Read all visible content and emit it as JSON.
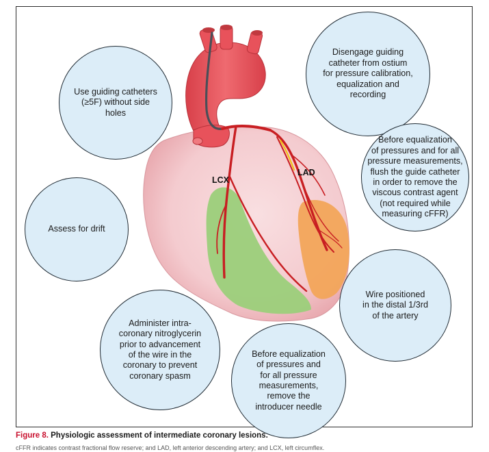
{
  "bubbles": {
    "guiding_catheters": "Use guiding catheters\n(≥5F) without side holes",
    "disengage": "Disengage guiding\ncatheter from ostium\nfor pressure calibration,\nequalization and\nrecording",
    "flush": "Before equalization\nof pressures and for all\npressure measurements,\nflush the guide catheter\nin order to remove the\nviscous contrast agent\n(not required while\nmeasuring cFFR)",
    "drift": "Assess for drift",
    "wire_position": "Wire positioned\nin the distal 1/3rd\nof the artery",
    "nitroglycerin": "Administer intra-\ncoronary nitroglycerin\nprior to advancement\nof the wire in the\ncoronary to prevent\ncoronary spasm",
    "introducer": "Before equalization\nof pressures and\nfor all pressure\nmeasurements,\nremove the\nintroducer needle"
  },
  "heart_labels": {
    "lcx": "LCX",
    "lad": "LAD"
  },
  "caption": {
    "figure_label": "Figure 8.",
    "title": "Physiologic assessment of intermediate coronary lesions."
  },
  "footnote": "cFFR indicates contrast fractional flow reserve; and LAD, left anterior descending artery; and LCX, left circumflex.",
  "colors": {
    "bubble_fill": "#dcedf8",
    "heart_fill": "#f3c9cc",
    "aorta": "#e8525b",
    "artery": "#c81e22",
    "lcx_territory": "#9bcf7a",
    "lad_territory": "#f2a55a",
    "caption_label": "#c8102e"
  }
}
